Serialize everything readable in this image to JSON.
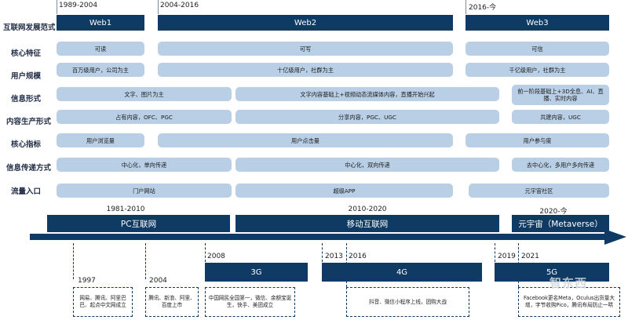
{
  "row_labels": [
    "互联网发展范式",
    "核心特征",
    "用户规模",
    "信息形式",
    "内容生产形式",
    "核心指标",
    "信息传递方式",
    "流量入口"
  ],
  "eras": [
    {
      "period": "1989-2004",
      "name": "Web1"
    },
    {
      "period": "2004-2016",
      "name": "Web2"
    },
    {
      "period": "2016-今",
      "name": "Web3"
    }
  ],
  "cells": {
    "core": [
      "可读",
      "可写",
      "可信"
    ],
    "users": [
      "百万级用户，公司为主",
      "十亿级用户，社群为主",
      "千亿级用户，社群为主"
    ],
    "info_form": [
      "文字、图片为主",
      "文字内容基础上+视频动态流媒体内容，直播开始兴起",
      "前一阶段基础上+3D全息、AI、直播、实时内容"
    ],
    "production": [
      "占有内容，OFC、PGC",
      "分享内容，PGC、UGC",
      "共建内容，UGC"
    ],
    "metric": [
      "用户浏览量",
      "用户点击量",
      "用户参与度"
    ],
    "transfer": [
      "中心化，单向传递",
      "中心化，双向传递",
      "去中心化，多用户多向传递"
    ],
    "entry": [
      "门户网站",
      "超级APP",
      "元宇宙社区"
    ]
  },
  "periods": [
    {
      "years": "1981-2010",
      "name": "PC互联网"
    },
    {
      "years": "2010-2020",
      "name": "移动互联网"
    },
    {
      "years": "2020-今",
      "name": "元宇宙（Metaverse）"
    }
  ],
  "milestones": [
    {
      "year": "1997",
      "text": "网易、腾讯、阿里巴巴、起点中文网成立"
    },
    {
      "year": "2004",
      "text": "腾讯、新浪、阿里、百度上市"
    },
    {
      "year": "2008",
      "text": "中国网民全国第一，微信、余额宝诞生，快手、美团成立"
    },
    {
      "year": "2016",
      "text": "抖音、微信小程序上线，团购大战"
    },
    {
      "year": "2021",
      "text": "Facebook更名Meta，Oculus出货量大增，字节收购Pico，腾讯布局防止一哄"
    }
  ],
  "gens": [
    {
      "year": "2008",
      "name": "3G"
    },
    {
      "year": "2013",
      "name": "4G"
    },
    {
      "year": "2019",
      "name": "5G"
    }
  ],
  "watermark": "智东西",
  "colors": {
    "dark": "#0f3a64",
    "pill": "#b9cfe6",
    "arrow": "#0f3a64"
  }
}
